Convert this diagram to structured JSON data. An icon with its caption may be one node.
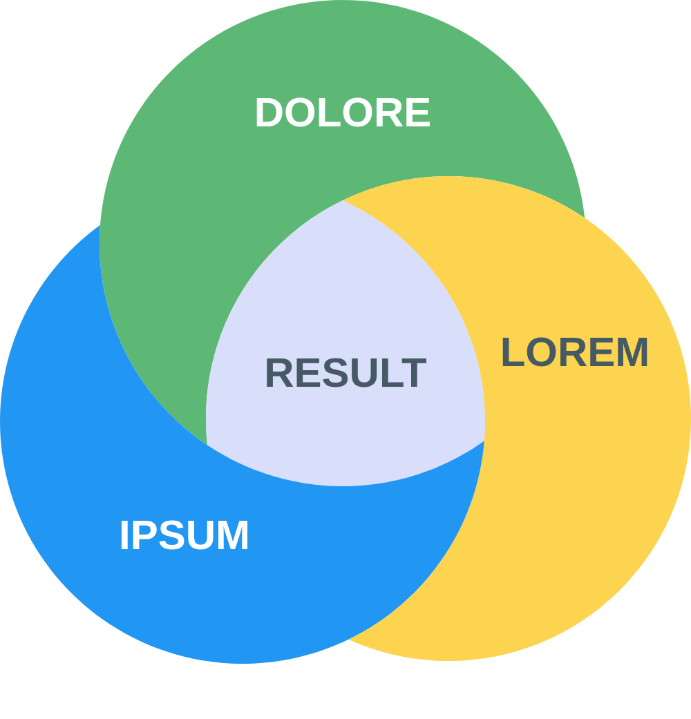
{
  "diagram": {
    "nodes": [
      {
        "text": [
          "DOLORE"
        ]
      },
      {
        "text": [
          "RESULT"
        ]
      },
      {
        "text": [
          "LOREM"
        ]
      },
      {
        "text": [
          "IPSUM"
        ]
      }
    ]
  }
}
